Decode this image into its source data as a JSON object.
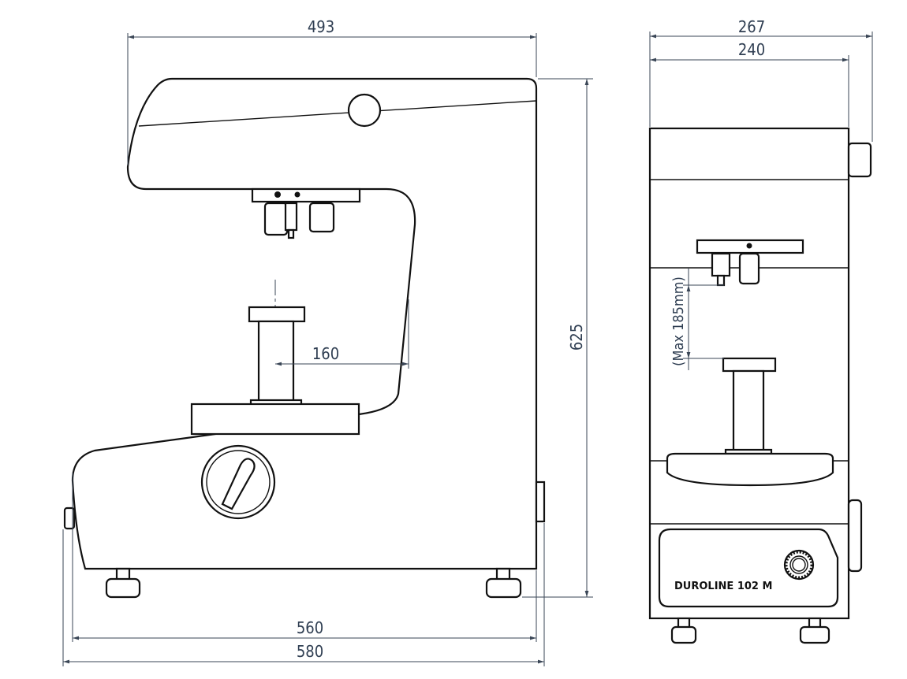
{
  "dimensions": {
    "side_width_top": "493",
    "side_height": "625",
    "throat_depth": "160",
    "base_width": "560",
    "overall_width": "580",
    "front_overall_width": "267",
    "front_body_width": "240",
    "max_test_height": "(Max 185mm)"
  },
  "product_label": "DUROLINE 102 M",
  "colors": {
    "dimension": "#2f3e52",
    "outline": "#111111"
  }
}
